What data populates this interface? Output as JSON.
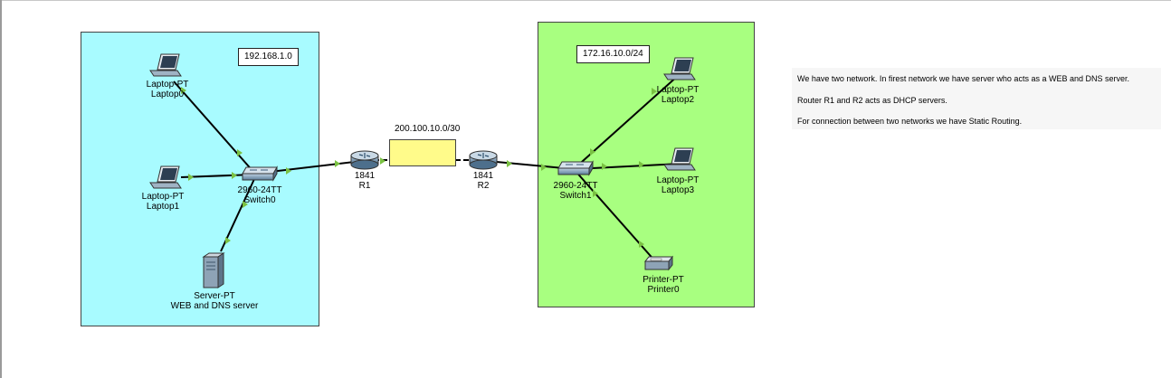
{
  "networks": {
    "left": {
      "subnet": "192.168.1.0"
    },
    "right": {
      "subnet": "172.16.10.0/24"
    },
    "link": {
      "subnet": "200.100.10.0/30"
    }
  },
  "devices": {
    "laptop0": {
      "model": "Laptop-PT",
      "name": "Laptop0"
    },
    "laptop1": {
      "model": "Laptop-PT",
      "name": "Laptop1"
    },
    "switch0": {
      "model": "2960-24TT",
      "name": "Switch0"
    },
    "server0": {
      "model": "Server-PT",
      "name": "WEB and DNS server"
    },
    "r1": {
      "model": "1841",
      "name": "R1"
    },
    "r2": {
      "model": "1841",
      "name": "R2"
    },
    "switch1": {
      "model": "2960-24TT",
      "name": "Switch1"
    },
    "laptop2": {
      "model": "Laptop-PT",
      "name": "Laptop2"
    },
    "laptop3": {
      "model": "Laptop-PT",
      "name": "Laptop3"
    },
    "printer0": {
      "model": "Printer-PT",
      "name": "Printer0"
    }
  },
  "notes": [
    "We have two network. In firest network we have server who acts as a WEB and DNS server.",
    "Router R1 and R2 acts as DHCP servers.",
    "For connection between two networks we have Static Routing."
  ],
  "colors": {
    "left_zone": "#a8fbff",
    "right_zone": "#a8ff80",
    "link_note": "#fffb8a",
    "link_up": "#7ac142"
  }
}
